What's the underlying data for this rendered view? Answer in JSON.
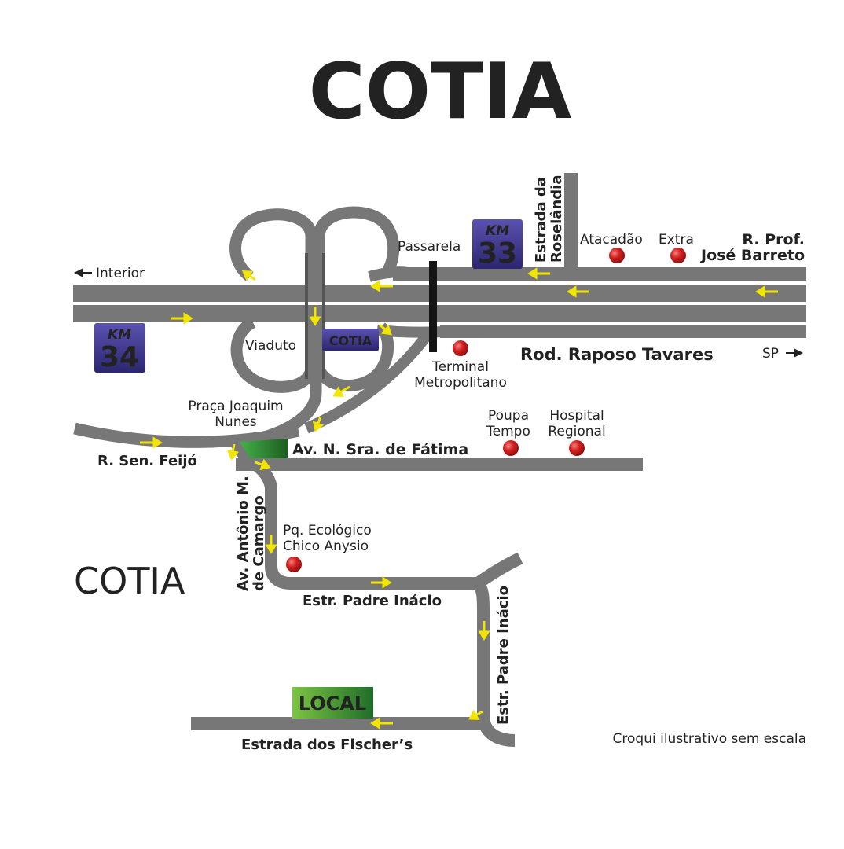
{
  "title": "COTIA",
  "city_label": "COTIA",
  "note": "Croqui ilustrativo sem escala",
  "km_badge": "KM",
  "km_markers": [
    "33",
    "34"
  ],
  "city_sign": "COTIA",
  "destination": "LOCAL",
  "directions": {
    "west": "Interior",
    "east": "SP"
  },
  "roads": {
    "raposo": "Rod. Raposo Tavares",
    "roselandia": [
      "Estrada da",
      "Roselândia"
    ],
    "barreto": [
      "R. Prof.",
      "José Barreto"
    ],
    "feijo": "R. Sen. Feijó",
    "fatima": "Av. N. Sra. de Fátima",
    "camargo": [
      "Av. Antônio M.",
      "de Camargo"
    ],
    "padre_h": "Estr. Padre Inácio",
    "padre_v": "Estr. Padre Inácio",
    "fischers": "Estrada dos Fischer’s"
  },
  "places": {
    "passarela": "Passarela",
    "viaduto": "Viaduto",
    "praca": [
      "Praça Joaquim",
      "Nunes"
    ],
    "terminal": [
      "Terminal",
      "Metropolitano"
    ],
    "atacadao": "Atacadão",
    "extra": "Extra",
    "poupa": [
      "Poupa",
      "Tempo"
    ],
    "hospital": [
      "Hospital",
      "Regional"
    ],
    "parque": [
      "Pq. Ecológico",
      "Chico Anysio"
    ]
  },
  "colors": {
    "road": "#777777",
    "arrow": "#f2e600",
    "km_sign": "#3d3590",
    "poi": "#d4201f",
    "local": "#3f9a3a"
  }
}
